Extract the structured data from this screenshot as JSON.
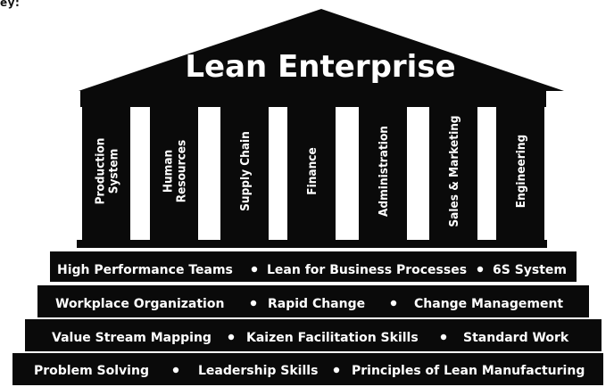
{
  "top_fragment": "ey:",
  "roof_title": "Lean Enterprise",
  "columns": [
    [
      "Production",
      "System"
    ],
    [
      "Human",
      "Resources"
    ],
    [
      "Supply Chain"
    ],
    [
      "Finance"
    ],
    [
      "Administration"
    ],
    [
      "Sales & Marketing"
    ],
    [
      "Engineering"
    ]
  ],
  "steps": [
    [
      "High Performance Teams",
      "Lean for Business Processes",
      "6S System"
    ],
    [
      "Workplace Organization",
      "Rapid Change",
      "Change Management"
    ],
    [
      "Value Stream Mapping",
      "Kaizen Facilitation Skills",
      "Standard Work"
    ],
    [
      "Problem Solving",
      "Leadership Skills",
      "Principles of Lean Manufacturing"
    ]
  ],
  "colors": {
    "structure": "#0a0a0a",
    "text": "#ffffff"
  }
}
